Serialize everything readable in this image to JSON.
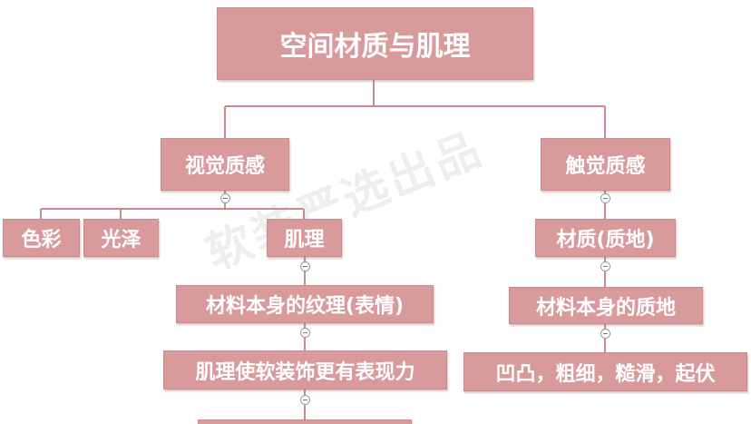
{
  "diagram": {
    "root": {
      "label": "空间材质与肌理"
    },
    "visual": {
      "label": "视觉质感",
      "children": {
        "color": "色彩",
        "gloss": "光泽",
        "texture": "肌理"
      },
      "texture_chain": [
        "材料本身的纹理(表情)",
        "肌理使软装饰更有表现力"
      ]
    },
    "tactile": {
      "label": "触觉质感",
      "material": "材质(质地)",
      "chain": [
        "材料本身的质地",
        "凹凸，粗细，糙滑，起伏"
      ]
    },
    "watermark": "软装严选出品"
  },
  "colors": {
    "node_fill": "#d99a9c",
    "node_border": "#c98b8e",
    "node_text": "#ffffff",
    "connector": "#c98b8e"
  }
}
